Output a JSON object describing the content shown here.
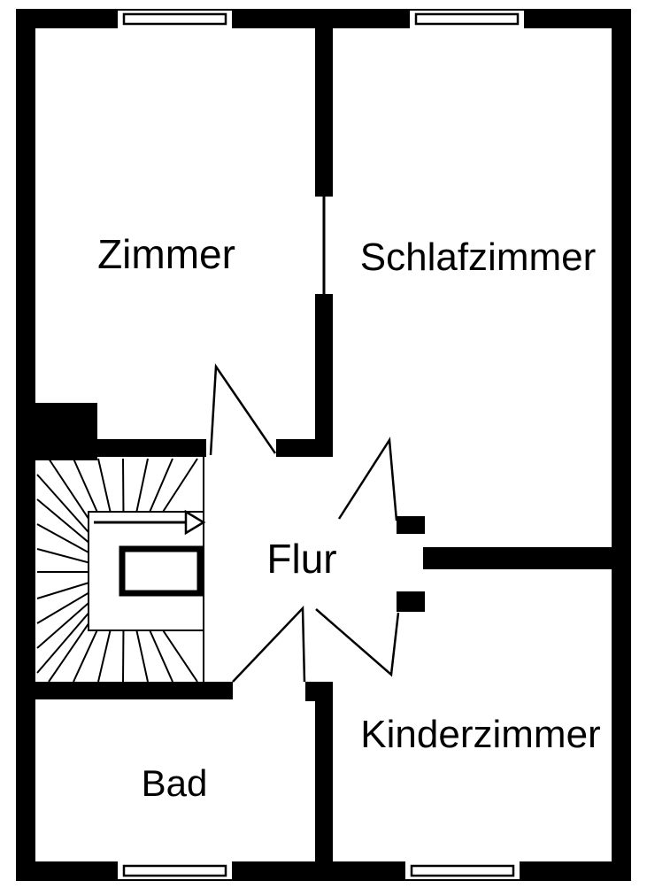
{
  "title": "Floor plan",
  "colors": {
    "background": "#ffffff",
    "walls": "#000000",
    "text": "#000000"
  },
  "rooms": [
    {
      "id": "zimmer",
      "label": "Zimmer"
    },
    {
      "id": "schlafzimmer",
      "label": "Schlafzimmer"
    },
    {
      "id": "flur",
      "label": "Flur"
    },
    {
      "id": "kinderzimmer",
      "label": "Kinderzimmer"
    },
    {
      "id": "bad",
      "label": "Bad"
    }
  ],
  "features": {
    "windows": [
      "top-left",
      "top-right",
      "bottom-left",
      "bottom-right"
    ],
    "doors": [
      "zimmer-door",
      "schlafzimmer-door",
      "kinderzimmer-door",
      "bad-door"
    ],
    "staircase": "winder-stair-with-direction-arrow"
  }
}
